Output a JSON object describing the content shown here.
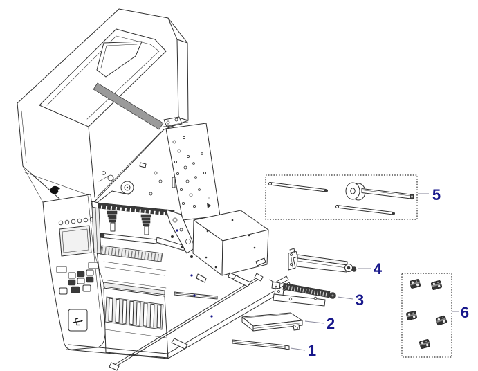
{
  "colors": {
    "background": "#ffffff",
    "line": "#2f2f2f",
    "dark_fill": "#3a3a3a",
    "callout_text": "#17178b",
    "leader_line": "#8c8c9e"
  },
  "callouts": [
    {
      "label": "1"
    },
    {
      "label": "2"
    },
    {
      "label": "3"
    },
    {
      "label": "4"
    },
    {
      "label": "5"
    },
    {
      "label": "6"
    }
  ],
  "icons": {
    "logo": "zebra-head-logo-icon",
    "usb": "usb-icon"
  }
}
